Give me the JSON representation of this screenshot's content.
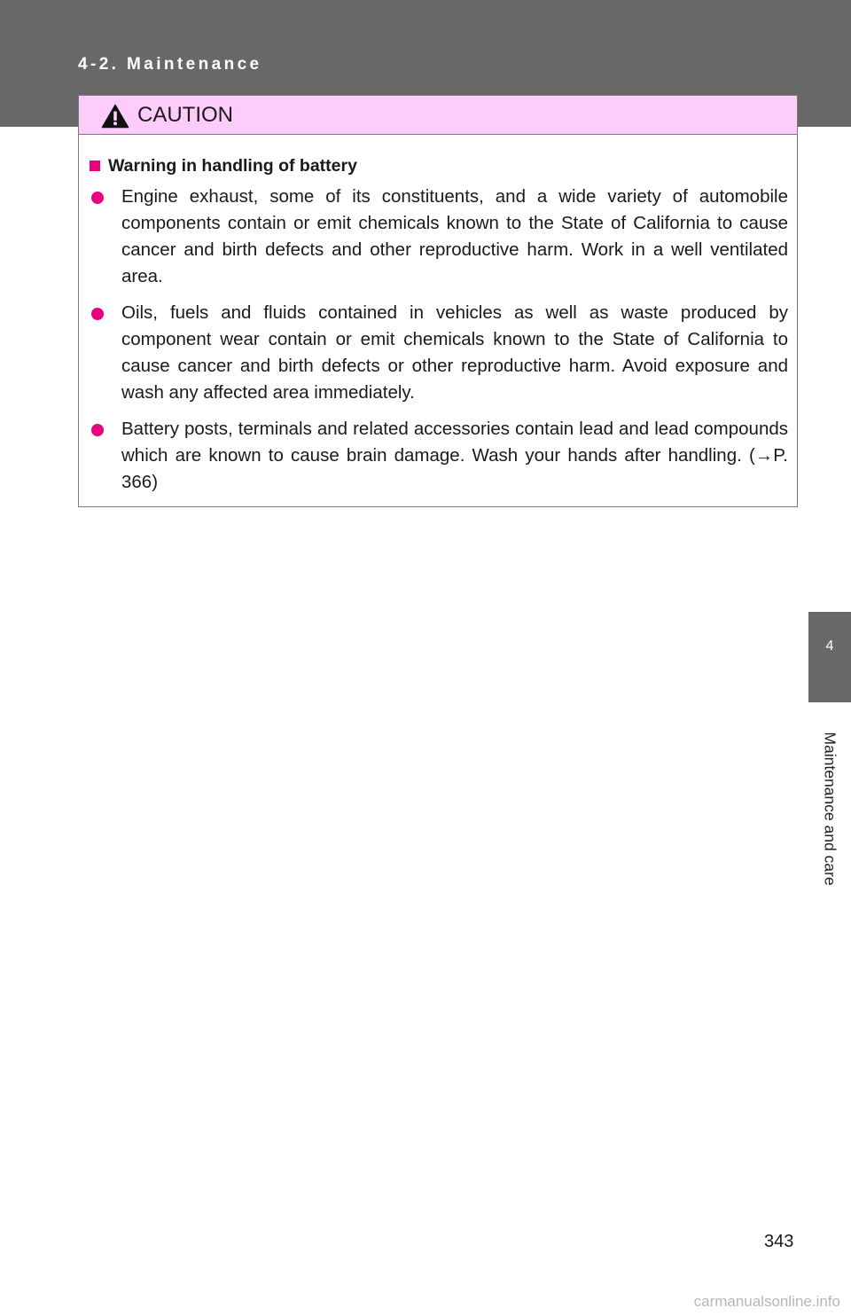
{
  "header": {
    "section_title": "4-2. Maintenance"
  },
  "caution": {
    "label": "CAUTION",
    "icon": "warning-triangle-icon",
    "subheading": "Warning in handling of battery",
    "items": [
      "Engine exhaust, some of its constituents, and a wide variety of automobile components contain or emit chemicals known to the State of California to cause cancer and birth defects and other reproductive harm. Work in a well ventilated area.",
      "Oils, fuels and fluids contained in vehicles as well as waste produced by component wear contain or emit chemicals known to the State of California to cause cancer and birth defects or other reproductive harm. Avoid exposure and wash any affected area immediately.",
      "Battery posts, terminals and related accessories contain lead and lead compounds which are known to cause brain damage. Wash your hands after handling. (→P. 366)"
    ]
  },
  "side_tab": {
    "chapter_number": "4",
    "chapter_label": "Maintenance and care"
  },
  "footer": {
    "page_number": "343",
    "watermark": "carmanualsonline.info"
  },
  "colors": {
    "header_gray": "#686868",
    "caution_header_bg": "#fdccfb",
    "bullet_magenta": "#e8007e",
    "box_border": "#7a7a7a"
  }
}
